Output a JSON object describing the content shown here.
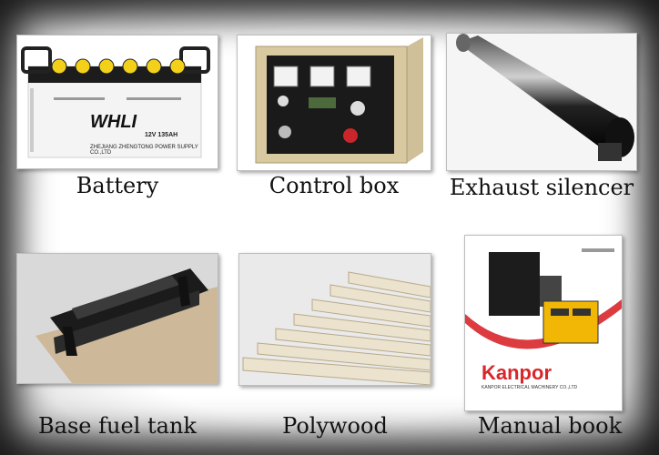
{
  "items": [
    {
      "caption": "Battery",
      "brand": "WHLI",
      "spec": "12V 135AH",
      "maker": "ZHEJIANG ZHENGTONG POWER SUPPLY CO.,LTD"
    },
    {
      "caption": "Control box"
    },
    {
      "caption": "Exhaust silencer"
    },
    {
      "caption": "Base fuel tank"
    },
    {
      "caption": "Polywood"
    },
    {
      "caption": "Manual book",
      "brand": "Kanpor",
      "company": "KANPOR ELECTRICAL MACHINERY CO.,LTD"
    }
  ],
  "colors": {
    "frame": "#000000",
    "kanpor_red": "#d8262a",
    "generator_yellow": "#f2b705",
    "battery_cap": "#f3d11a"
  }
}
